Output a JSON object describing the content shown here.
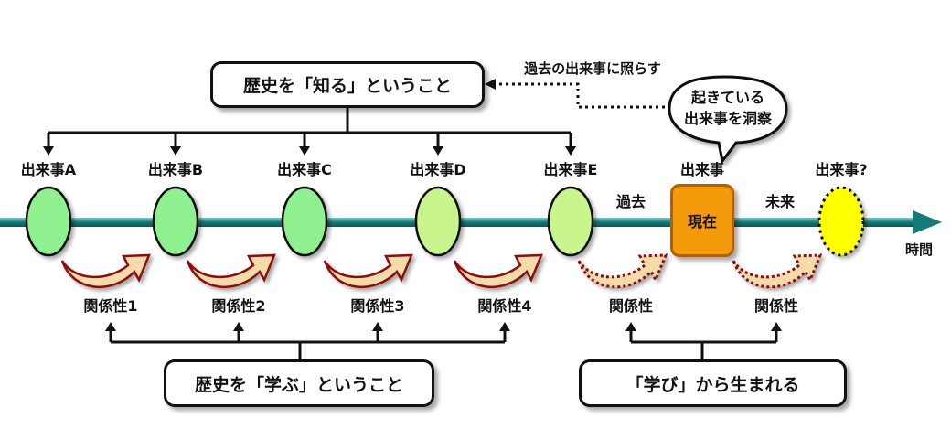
{
  "top_box": "歴史を「知る」ということ",
  "bottom_left_box": "歴史を「学ぶ」ということ",
  "bottom_right_box": "「学び」から生まれる",
  "callout": {
    "line1": "起きている",
    "line2": "出来事を洞察"
  },
  "dotted_note": "過去の出来事に照らす",
  "events": [
    {
      "label": "出来事A",
      "color": "#8ef08e"
    },
    {
      "label": "出来事B",
      "color": "#8ef08e"
    },
    {
      "label": "出来事C",
      "color": "#8ef08e"
    },
    {
      "label": "出来事D",
      "color": "#c9f58e"
    },
    {
      "label": "出来事E",
      "color": "#c9f58e"
    },
    {
      "label": "出来事",
      "color": "#f59a0b"
    },
    {
      "label": "出来事?",
      "color": "#ffff00"
    }
  ],
  "present_label": "現在",
  "past_label": "過去",
  "future_label": "未来",
  "axis_label": "時間",
  "relations": [
    "関係性1",
    "関係性2",
    "関係性3",
    "関係性4",
    "関係性",
    "関係性"
  ],
  "colors": {
    "timeline": "#157a7a",
    "arrow_fill": "#f3dcaa",
    "arrow_stroke": "#8b1010",
    "present": "#f59a0b",
    "unknown": "#ffff00"
  }
}
